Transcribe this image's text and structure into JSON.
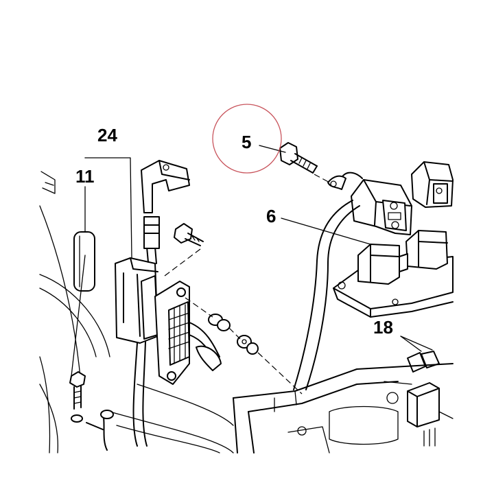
{
  "callouts": {
    "c24": "24",
    "c11": "11",
    "c5": "5",
    "c6": "6",
    "c18": "18"
  },
  "colors": {
    "line": "#000000",
    "highlight_circle": "#c8545c",
    "background": "#ffffff"
  }
}
